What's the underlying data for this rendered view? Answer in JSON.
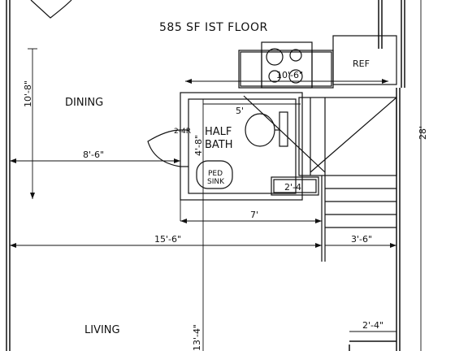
{
  "title": "585 SF IST FLOOR",
  "rooms": {
    "dining": "DINING",
    "living": "LIVING",
    "half_bath_line1": "HALF",
    "half_bath_line2": "BATH",
    "ref": "REF",
    "ped_sink_line1": "PED",
    "ped_sink_line2": "SINK",
    "door_2_4r": "2-4R"
  },
  "dimensions": {
    "range_10_6": "10'-6\"",
    "left_10_8": "10'-8\"",
    "right_28": "28'",
    "bath_5": "5'",
    "bath_4_8": "4'-8\"",
    "dining_8_6": "8'-6\"",
    "counter_2_4": "2'-4",
    "seven": "7'",
    "width_15_6": "15'-6\"",
    "stair_3_6": "3'-6\"",
    "bottom_2_4": "2'-4\"",
    "living_13_4": "13'-4\""
  },
  "colors": {
    "ink": "#111111",
    "paper": "#ffffff"
  }
}
